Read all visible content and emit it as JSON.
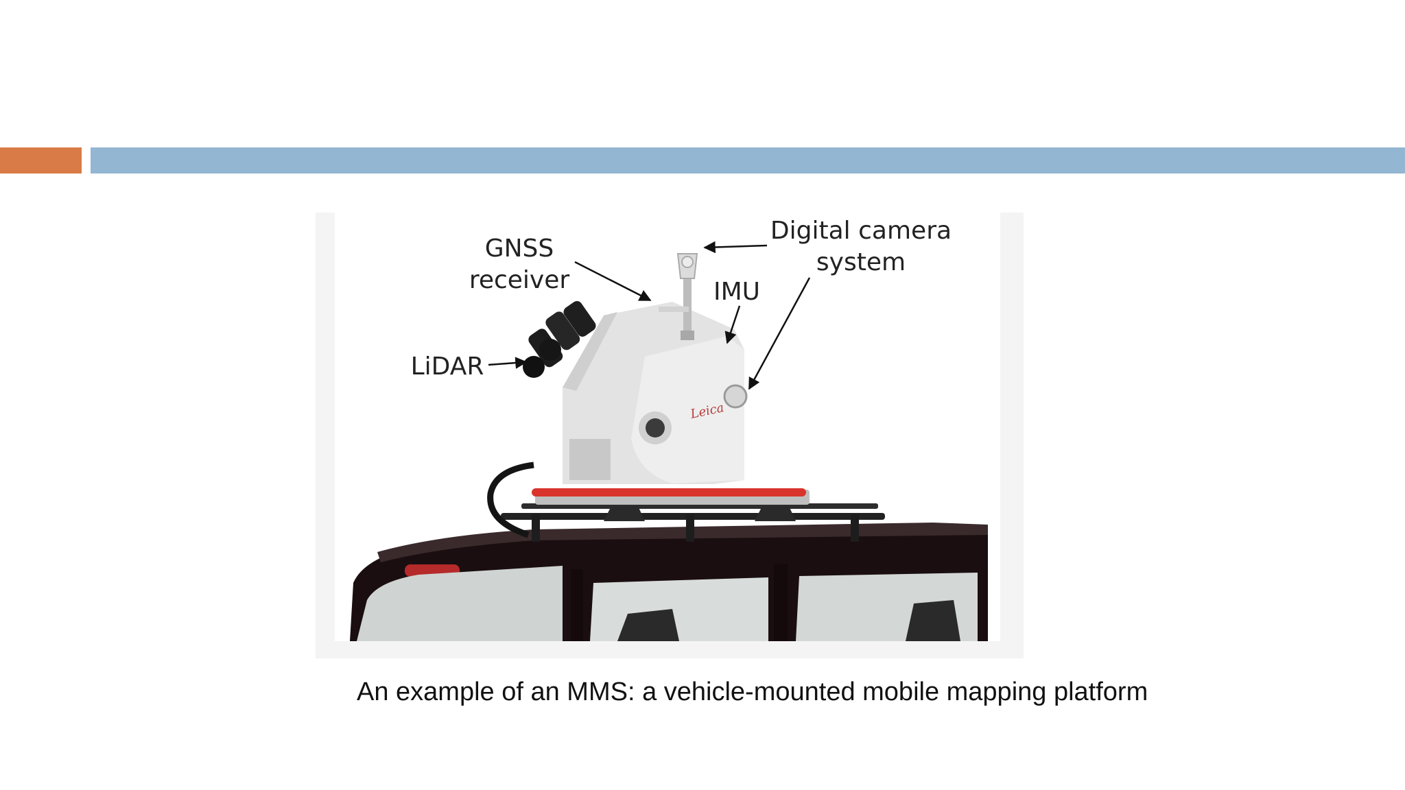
{
  "slide": {
    "accent_colors": {
      "orange": "#d97b46",
      "blue": "#93b6d2"
    },
    "figure": {
      "labels": {
        "gnss_line1": "GNSS",
        "gnss_line2": "receiver",
        "imu": "IMU",
        "camera_line1": "Digital camera",
        "camera_line2": "system",
        "lidar": "LiDAR"
      }
    },
    "caption": "An example of an MMS: a vehicle-mounted mobile mapping platform"
  }
}
